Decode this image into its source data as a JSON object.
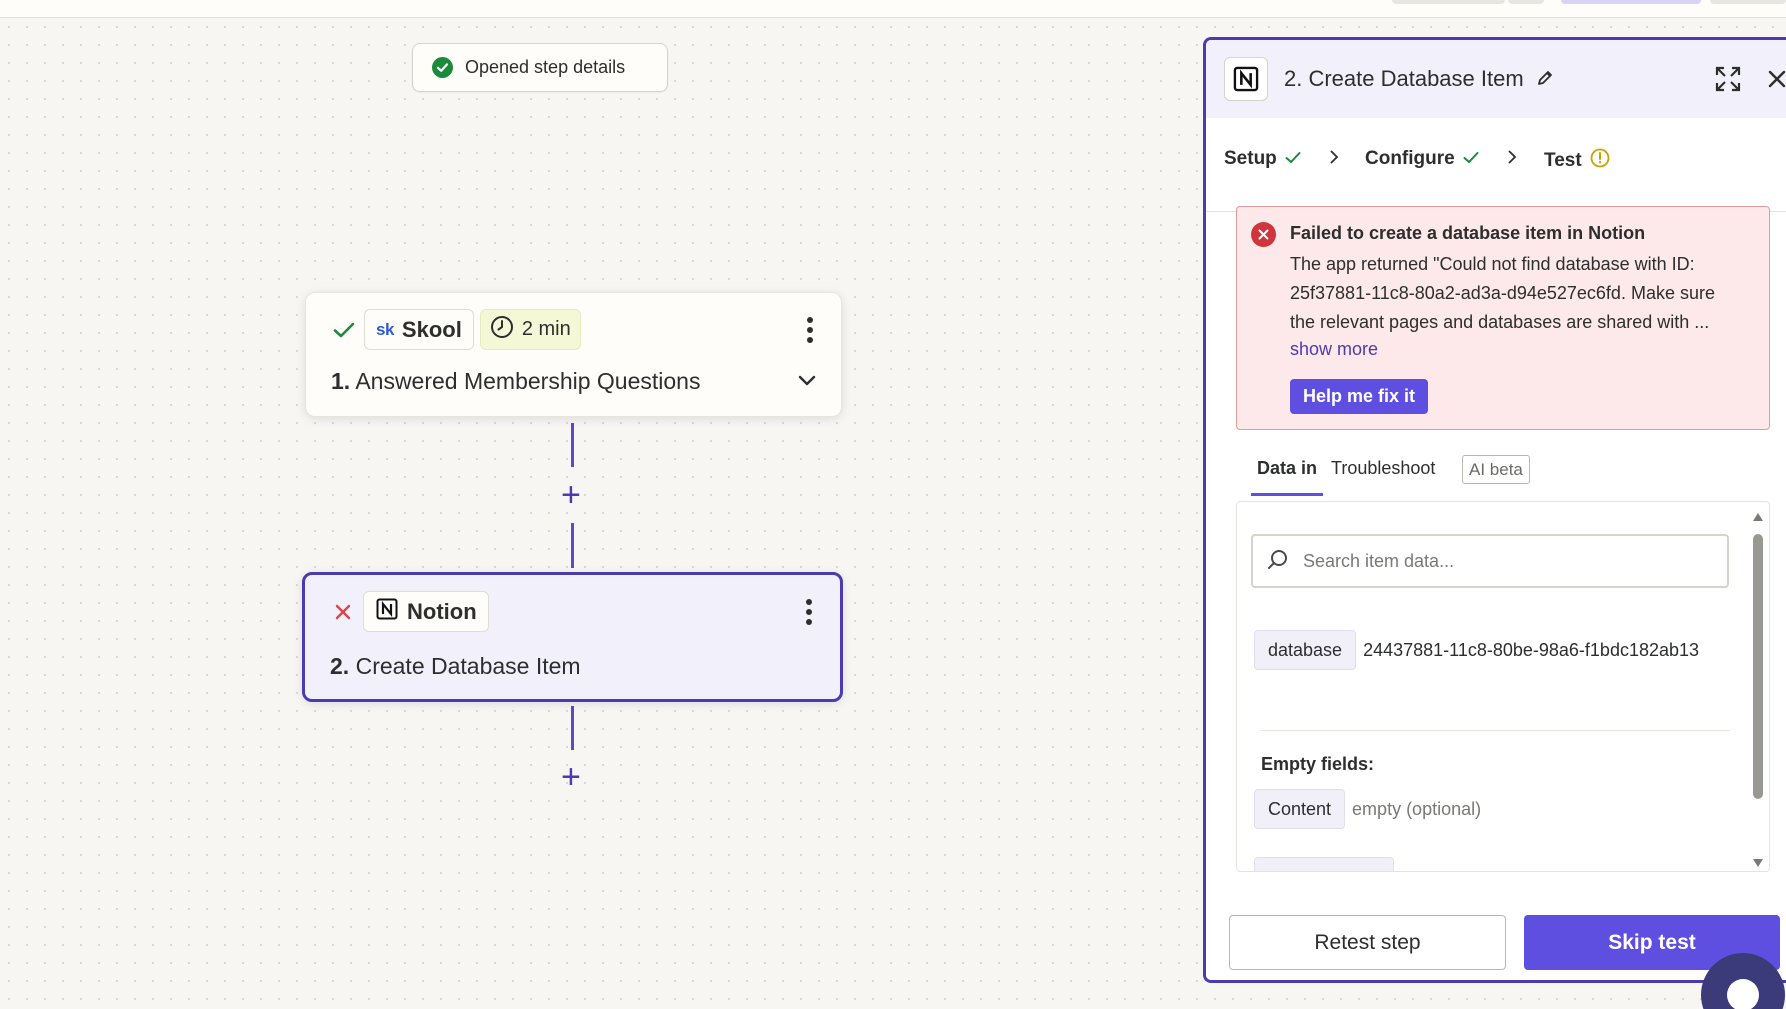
{
  "toast": {
    "text": "Opened step details"
  },
  "steps": [
    {
      "status": "success",
      "app": "Skool",
      "app_abbrev": "sk",
      "duration": "2 min",
      "number": "1.",
      "title": "Answered Membership Questions"
    },
    {
      "status": "error",
      "app": "Notion",
      "number": "2.",
      "title": "Create Database Item"
    }
  ],
  "panel": {
    "title": "2. Create Database Item",
    "tabs": [
      {
        "label": "Setup",
        "state": "complete"
      },
      {
        "label": "Configure",
        "state": "complete"
      },
      {
        "label": "Test",
        "state": "warning",
        "active": true
      }
    ],
    "error": {
      "title": "Failed to create a database item in Notion",
      "line1": "The app returned \"Could not find database with ID:",
      "line2": "25f37881-11c8-80a2-ad3a-d94e527ec6fd. Make sure",
      "line3": "the relevant pages and databases are shared with ...",
      "show_more": "show more",
      "help_button": "Help me fix it"
    },
    "subtabs": {
      "data_in": "Data in",
      "troubleshoot": "Troubleshoot",
      "ai_badge": "AI beta"
    },
    "search": {
      "placeholder": "Search item data..."
    },
    "fields": [
      {
        "key": "database",
        "value": "24437881-11c8-80be-98a6-f1bdc182ab13"
      }
    ],
    "empty_fields": {
      "label": "Empty fields:",
      "items": [
        {
          "key": "Content",
          "value": "empty (optional)"
        }
      ]
    },
    "footer": {
      "retest": "Retest step",
      "skip": "Skip test"
    }
  },
  "colors": {
    "accent": "#5f4fe0",
    "selected_border": "#4a3bb0",
    "success": "#1b8a3c",
    "error": "#d0343c",
    "warning": "#c9a200"
  }
}
